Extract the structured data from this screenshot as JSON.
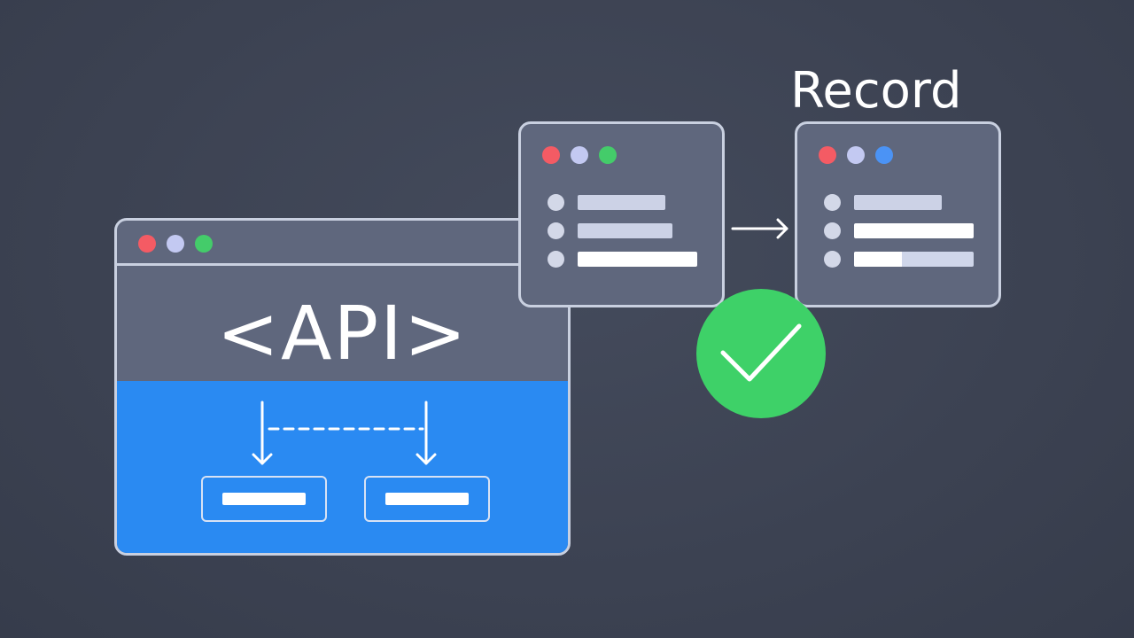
{
  "api_window": {
    "label": "<API>",
    "dots": [
      "red",
      "lavender",
      "green"
    ],
    "field_count": 2
  },
  "record_label": "Record",
  "source_record": {
    "dots": [
      "red",
      "lavender",
      "green"
    ],
    "rows": 3
  },
  "target_record": {
    "dots": [
      "red",
      "lavender",
      "blue"
    ],
    "rows": 3,
    "last_row_fill": 0.4
  },
  "status": "success-check",
  "colors": {
    "background": "#3c4252",
    "window": "#5f677d",
    "accent_blue": "#2a8af2",
    "success_green": "#3ed168",
    "dot_red": "#f45b64",
    "dot_lavender": "#c3c9f2",
    "dot_green": "#44cc6a",
    "dot_blue": "#4b93f5"
  }
}
